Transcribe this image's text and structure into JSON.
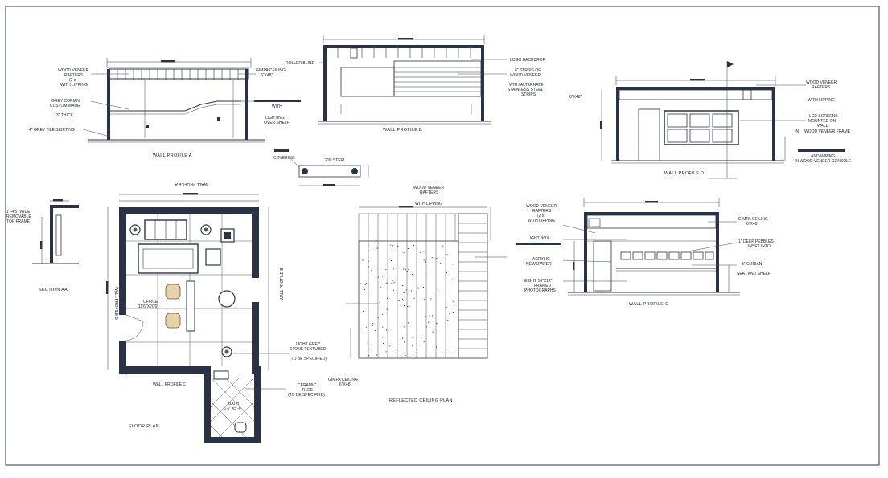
{
  "drawing": {
    "wall_profile_a": {
      "title": "WALL PROFILE A",
      "labels": {
        "rafters": [
          "WOOD VENEER",
          "RAFTERS",
          "(2 x",
          "WITH LIPPING"
        ],
        "gimpa": [
          "GIMPA CEILING",
          "6\"X48\""
        ],
        "corian": [
          "GREY CORIAN",
          "CUSTOM MADE"
        ],
        "thick": "3\" THICK",
        "lighting": [
          "WITH",
          "LIGHTING",
          "OVER SHELF"
        ],
        "skirting": "4\" GREY TILE SKIRTING"
      }
    },
    "wall_profile_b": {
      "title": "WALL PROFILE B",
      "labels": {
        "roller": "ROLLER BLIND",
        "logo": "LOGO BACKDROP",
        "strips": [
          "6\" STRIPS OF",
          "WOOD VENEER"
        ],
        "alternate": [
          "WITH ALTERNATE",
          "STAINLESS STEEL",
          "STRIPS"
        ]
      }
    },
    "wall_profile_d": {
      "title": "WALL PROFILE D",
      "labels": {
        "size": "6\"X48\"",
        "rafters": [
          "WOOD VENEER",
          "RAFTERS",
          "WITH LIPPING"
        ],
        "lcd": [
          "LCD SCREENS",
          "MOUNTED ON",
          "WALL",
          "IN",
          "WOOD VENEER FRAME"
        ],
        "wiring": [
          "AND WIPING",
          "IN WOOD VENEER CONSOLE"
        ]
      }
    },
    "covering": {
      "label": "COVERING",
      "steel": "2\"Ø STEEL"
    },
    "section_aa": {
      "title": "SECTION AA'",
      "labels": [
        "1\"-4.5\" WIDE",
        "REMOVABLE",
        "TOP FRAME"
      ]
    },
    "floor_plan": {
      "title": "FLOOR PLAN",
      "top_label": "WALL PROFILE A",
      "bottom_label": "WALL PROFILE C",
      "left_label": "WALL PROFILE D",
      "right_label": "WALL PROFILE B",
      "office": [
        "OFFICE",
        "11'6\"X20'6\""
      ],
      "bath": [
        "BATH",
        "5'-7\"X5'-6\""
      ],
      "stone": [
        "LIGHT GREY",
        "STONE TEXTURED",
        "(TO BE SPECIFIED)"
      ],
      "ceramic": [
        "CERAMIC",
        "TILES",
        "(TO BE SPECIFIED)"
      ]
    },
    "reflected_ceiling": {
      "title": "REFLECTED CEILING PLAN",
      "rafters": [
        "WOOD VENEER",
        "RAFTERS",
        "WITH LIPPING"
      ],
      "gimpa": [
        "GIMPA CEILING",
        "6\"X48\""
      ]
    },
    "wall_profile_c": {
      "title": "WALL PROFILE C",
      "labels": {
        "rafters": [
          "WOOD VENEER",
          "RAFTERS",
          "(2 x",
          "WITH LIPPING"
        ],
        "gimpa": [
          "GIMPA CEILING",
          "6\"X48\""
        ],
        "lightbox": "LIGHT BOX",
        "acrylic": [
          "ACRYLIC",
          "NEWSPAPER"
        ],
        "frames": [
          "EIGHT 16\"X12\"",
          "FRAMED",
          "PHOTOGRAPHS"
        ],
        "pebbles": [
          "1\" DEEP PEBBLES",
          "INSET INTO"
        ],
        "corian": "3\" CORIAN",
        "shelf": "SEAT AND SHELF"
      }
    }
  }
}
